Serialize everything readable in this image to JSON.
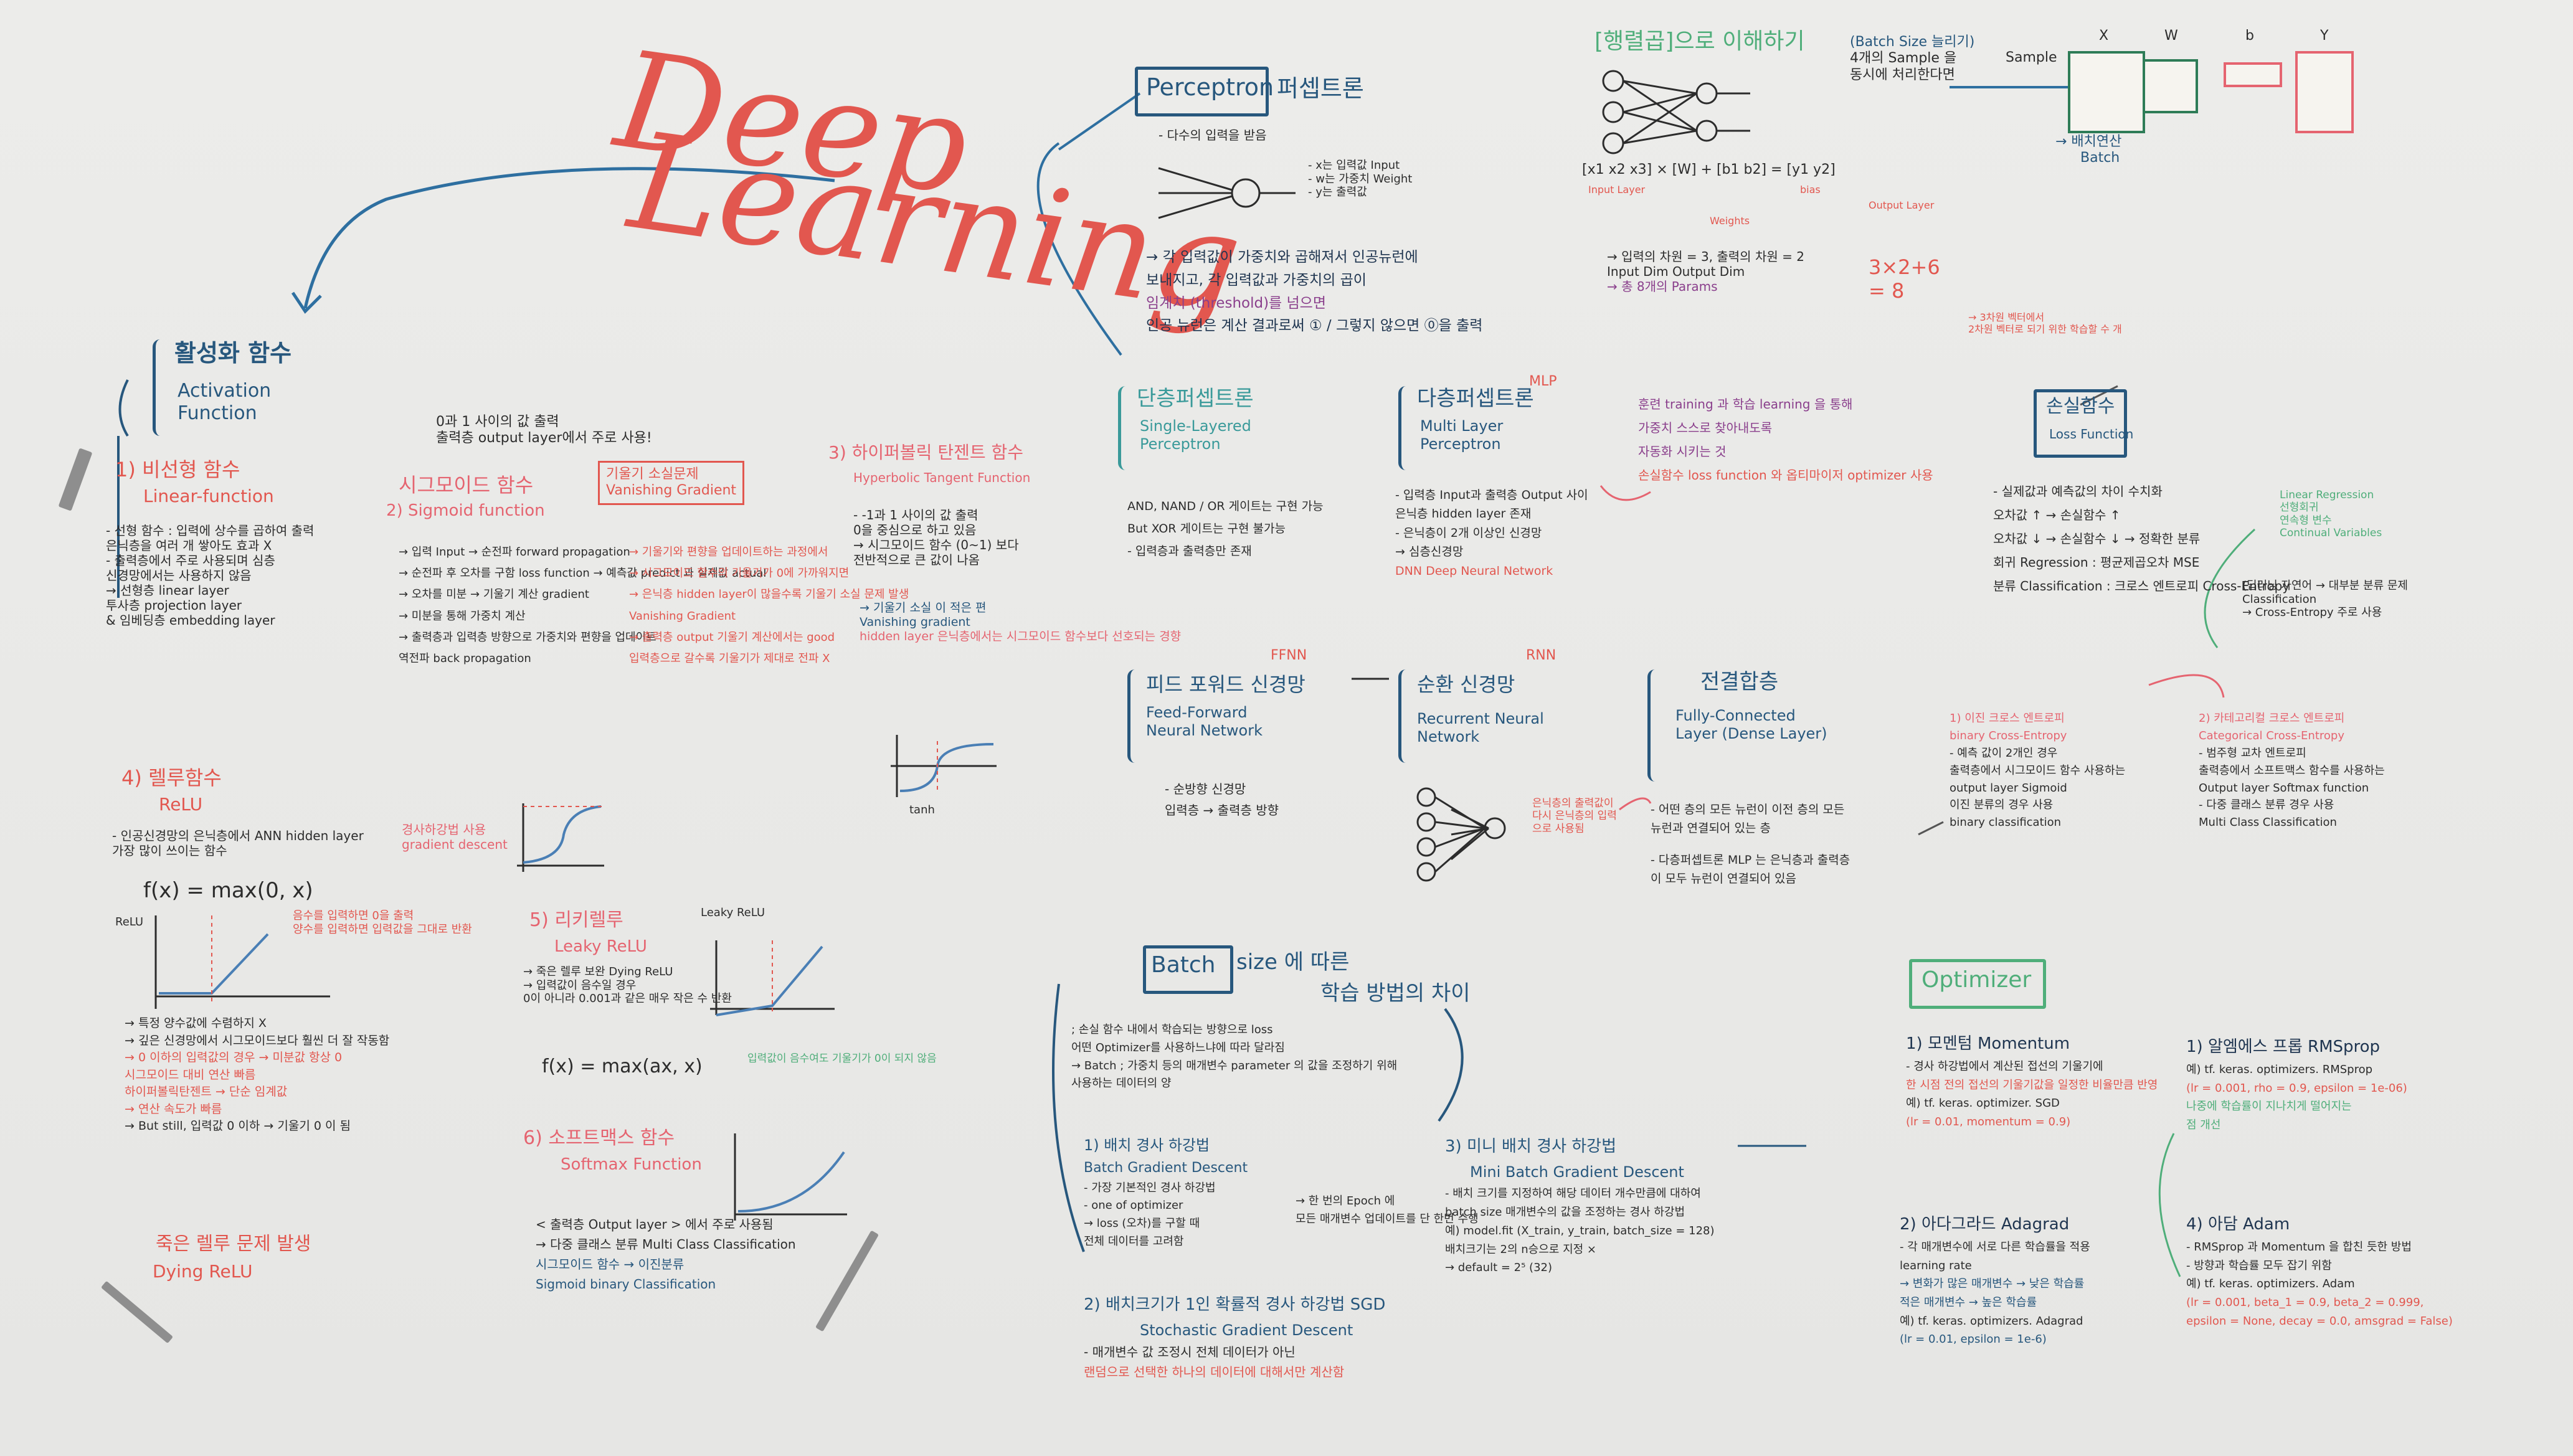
{
  "title": {
    "line1": "Deep",
    "line2": "Learning"
  },
  "activation": {
    "heading_ko": "활성화 함수",
    "heading_en": "Activation Function",
    "linear": {
      "title_ko": "1) 비선형 함수",
      "title_en": "Linear-function",
      "lines": [
        "- 선형 함수 : 입력에 상수를 곱하여 출력",
        "  은닉층을 여러 개 쌓아도 효과 X",
        "- 출력층에서 주로 사용되며 심층",
        "  신경망에서는 사용하지 않음",
        "→ 선형층 linear layer",
        "  투사층 projection layer",
        "& 임베딩층 embedding layer"
      ]
    },
    "relu": {
      "title_ko": "4) 렐루함수",
      "title_en": "ReLU",
      "lines": [
        "- 인공신경망의 은닉층에서 ANN hidden layer",
        "  가장 많이 쓰이는 함수"
      ],
      "formula": "f(x) = max(0, x)",
      "graph_label": "ReLU",
      "graph_notes": [
        "음수를 입력하면 0을 출력",
        "양수를 입력하면 입력값을 그대로 반환"
      ],
      "notes": [
        "→ 특정 양수값에 수렴하지 X",
        "→ 깊은 신경망에서 시그모이드보다 훨씬 더 잘 작동함",
        "→ 0 이하의 입력값의 경우 → 미분값 항상 0",
        "  시그모이드 대비 연산 빠름",
        "  하이퍼볼릭탄젠트 → 단순 임계값",
        "  → 연산 속도가 빠름",
        "→ But still, 입력값 0 이하 → 기울기 0 이 됨"
      ],
      "dying_ko": "죽은 렐루 문제 발생",
      "dying_en": "Dying ReLU"
    }
  },
  "sigmoid": {
    "top_notes": [
      "0과 1 사이의 값 출력",
      "출력층 output layer에서 주로 사용!"
    ],
    "title_ko": "시그모이드 함수",
    "title_en": "2) Sigmoid function",
    "vanishing_box": [
      "기울기 소실문제",
      "Vanishing Gradient"
    ],
    "lines": [
      "→ 입력 Input → 순전파 forward propagation",
      "→ 순전파 후 오차를 구함 loss function → 예측값 predict 과 실제값 actual",
      "→ 오차를 미분 → 기울기 계산 gradient",
      "→ 미분을 통해 가중치 계산",
      "→ 출력층과 입력층 방향으로 가중치와 편향을 업데이트",
      "  역전파 back propagation"
    ],
    "gradient_note": [
      "경사하강법 사용",
      "gradient descent"
    ],
    "red_notes": [
      "→ 기울기와 편향을 업데이트하는 과정에서",
      "→ 시그모이드 함수의 기울기가 0에 가까워지면",
      "→ 은닉층 hidden layer이 많을수록 기울기 소실 문제 발생",
      "  Vanishing Gradient",
      "→ 출력층 output 기울기 계산에서는 good",
      "  입력층으로 갈수록 기울기가 제대로 전파 X"
    ]
  },
  "tanh": {
    "title_ko": "3) 하이퍼볼릭 탄젠트 함수",
    "title_en": "Hyperbolic Tangent Function",
    "lines": [
      "- -1과 1 사이의 값 출력",
      "  0을 중심으로 하고 있음",
      "→ 시그모이드 함수 (0~1) 보다",
      "  전반적으로 큰 값이 나옴"
    ],
    "vanish": [
      "→ 기울기 소실 이 적은 편",
      "  Vanishing gradient",
      "  hidden layer 은닉층에서는 시그모이드 함수보다 선호되는 경향"
    ],
    "graph_label": "tanh"
  },
  "leaky": {
    "title_ko": "5) 리키렐루",
    "title_en": "Leaky ReLU",
    "lines": [
      "→ 죽은 렐루 보완 Dying ReLU",
      "→ 입력값이 음수일 경우",
      "  0이 아니라 0.001과 같은 매우 작은 수 반환"
    ],
    "formula": "f(x) = max(ax, x)",
    "graph_label": "Leaky ReLU",
    "graph_note": "입력값이 음수여도 기울기가 0이 되지 않음"
  },
  "softmax": {
    "title_ko": "6) 소프트맥스 함수",
    "title_en": "Softmax Function",
    "lines": [
      "< 출력층 Output layer > 에서 주로 사용됨",
      "→ 다중 클래스 분류 Multi Class Classification",
      "시그모이드 함수 → 이진분류",
      "Sigmoid  binary Classification"
    ]
  },
  "perceptron": {
    "box": "Perceptron",
    "title_ko": "퍼셉트론",
    "lines": [
      "- 다수의 입력을 받음",
      "- x는 입력값 Input",
      "- w는 가중치 Weight",
      "- y는 출력값"
    ],
    "explain": [
      "→ 각 입력값이 가중치와 곱해져서 인공뉴런에",
      "  보내지고, 각 입력값과 가중치의 곱이",
      "  임계치 (threshold)를 넘으면",
      "  인공 뉴런은 계산 결과로써 ① / 그렇지 않으면 ⓪을 출력"
    ]
  },
  "single": {
    "box_ko": "단층퍼셉트론",
    "box_en": "Single-Layered Perceptron",
    "lines": [
      "AND, NAND / OR 게이트는 구현 가능",
      "But XOR 게이트는 구현 불가능",
      "- 입력층과 출력층만 존재"
    ]
  },
  "multi": {
    "box_ko": "다층퍼셉트론",
    "box_en": "Multi Layer Perceptron",
    "tag": "MLP",
    "lines": [
      "- 입력층 Input과 출력층 Output 사이",
      "  은닉층 hidden layer 존재",
      "- 은닉층이 2개 이상인 신경망",
      "  → 심층신경망",
      "  DNN Deep Neural Network"
    ],
    "train": [
      "훈련 training 과 학습 learning 을 통해",
      "가중치 스스로 찾아내도록",
      "자동화 시키는 것",
      "손실함수 loss function 와 옵티마이저 optimizer 사용"
    ]
  },
  "ffnn": {
    "tag": "FFNN",
    "box_ko": "피드 포워드 신경망",
    "box_en": "Feed-Forward Neural Network",
    "lines": [
      "- 순방향 신경망",
      "입력층 → 출력층 방향"
    ]
  },
  "rnn": {
    "tag": "RNN",
    "box_ko": "순환 신경망",
    "box_en": "Recurrent Neural Network",
    "note": [
      "은닉층의 출력값이 다시 은닉층의 입력으로 사용됨"
    ]
  },
  "dense": {
    "box_ko": "전결합층",
    "box_en": "Fully-Connected Layer (Dense Layer)",
    "lines": [
      "- 어떤 층의 모든 뉴런이 이전 층의 모든 뉴런과 연결되어 있는 층",
      "- 다층퍼셉트론 MLP 는 은닉층과 출력층이 모두 뉴런이 연결되어 있음"
    ]
  },
  "matrix": {
    "heading_ko": "[행렬곱]으로 이해하기",
    "batch_note": [
      "(Batch Size 늘리기)",
      "4개의 Sample 을",
      "동시에 처리한다면"
    ],
    "input_label": "Input Layer",
    "weight_label": "Weights",
    "bias_label": "bias",
    "output_label": "Output Layer",
    "row1": "[x1 x2 x3] × [W] + [b1 b2] = [y1 y2]",
    "dims": [
      "→ 입력의 차원 = 3, 출력의 차원 = 2",
      "  Input Dim   Output Dim",
      "→ 총 8개의 Params"
    ],
    "calc": "3×2+6 = 8",
    "calc_note": [
      "→ 3차원 벡터에서",
      "  2차원 벡터로 되기 위한 학습할 수 개"
    ],
    "sample_label": "Sample",
    "cols": [
      "X",
      "W",
      "b",
      "Y"
    ],
    "batch": [
      "→ 배치연산",
      "Batch"
    ]
  },
  "loss": {
    "box_ko": "손실함수",
    "box_en": "Loss Function",
    "lines": [
      "- 실제값과 예측값의 차이 수치화",
      "  오차값 ↑ → 손실함수 ↑",
      "  오차값 ↓ → 손실함수 ↓ → 정확한 분류",
      "회귀 Regression : 평균제곱오차 MSE",
      "분류 Classification : 크로스 엔트로피 Cross-Entropy"
    ],
    "side": [
      "Linear Regression",
      "선형회귀",
      "연속형 변수",
      "Continual Variables"
    ],
    "side2": [
      "(딥러닝 자연어 → 대부분 분류 문제",
      "  Classification",
      "→ Cross-Entropy 주로 사용"
    ],
    "binary": [
      "1) 이진 크로스 엔트로피",
      "binary Cross-Entropy",
      "- 예측 값이 2개인 경우",
      "  출력층에서 시그모이드 함수 사용하는",
      "  output layer Sigmoid",
      "  이진 분류의 경우 사용",
      "  binary classification"
    ],
    "categorical": [
      "2) 카테고리컬 크로스 엔트로피",
      "Categorical Cross-Entropy",
      "- 범주형 교차 엔트로피",
      "  출력층에서 소프트맥스 함수를 사용하는",
      "  Output layer Softmax function",
      "- 다중 클래스 분류 경우 사용",
      "  Multi Class Classification"
    ]
  },
  "batch": {
    "box": "Batch",
    "title_tail": "size 에 따른",
    "title2": "학습 방법의 차이",
    "lines": [
      "; 손실 함수 내에서 학습되는 방향으로 loss",
      "  어떤 Optimizer를 사용하느냐에 따라 달라짐",
      "→ Batch ; 가중치 등의 매개변수 parameter 의 값을 조정하기 위해",
      "  사용하는 데이터의 양"
    ],
    "bgd": [
      "1) 배치 경사 하강법",
      "Batch Gradient Descent",
      "- 가장 기본적인 경사 하강법",
      "- one of optimizer",
      "  → loss (오차)를 구할 때",
      "  전체 데이터를 고려함",
      "→ 한 번의 Epoch 에",
      "  모든 매개변수 업데이트를 단 한번 수행"
    ],
    "sgd": [
      "2) 배치크기가 1인 확률적 경사 하강법 SGD",
      "Stochastic Gradient Descent",
      "- 매개변수 값 조정시 전체 데이터가 아닌",
      "  랜덤으로 선택한 하나의 데이터에 대해서만 계산함"
    ],
    "mini": [
      "3) 미니 배치 경사 하강법",
      "Mini Batch Gradient Descent",
      "- 배치 크기를 지정하여 해당 데이터 개수만큼에 대하여",
      "  batch size 매개변수의 값을 조정하는 경사 하강법",
      "예) model.fit (X_train, y_train, batch_size = 128)",
      "  배치크기는 2의 n승으로 지정 ×",
      "  → default = 2⁵ (32)"
    ]
  },
  "optimizer": {
    "box": "Optimizer",
    "momentum": [
      "1) 모멘텀 Momentum",
      "- 경사 하강법에서 계산된 접선의 기울기에",
      "  한 시점 전의 접선의 기울기값을 일정한 비율만큼 반영",
      "예) tf. keras. optimizer. SGD",
      "  (lr = 0.01, momentum = 0.9)"
    ],
    "adagrad": [
      "2) 아다그라드 Adagrad",
      "- 각 매개변수에 서로 다른 학습률을 적용",
      "  learning rate",
      "→ 변화가 많은 매개변수 → 낮은 학습률",
      "  적은 매개변수 → 높은 학습률",
      "예) tf. keras. optimizers. Adagrad",
      "  (lr = 0.01, epsilon = 1e-6)"
    ],
    "rmsprop": [
      "1) 알엠에스 프롭 RMSprop",
      "예) tf. keras. optimizers. RMSprop",
      "  (lr = 0.001, rho = 0.9, epsilon = 1e-06)",
      "  나중에 학습률이 지나치게 떨어지는",
      "  점 개선"
    ],
    "adam": [
      "4) 아담 Adam",
      "- RMSprop 과 Momentum 을 합친 듯한 방법",
      "- 방향과 학습률 모두 잡기 위함",
      "예) tf. keras. optimizers. Adam",
      "  (lr = 0.001, beta_1 = 0.9, beta_2 = 0.999,",
      "  epsilon = None, decay = 0.0, amsgrad = False)"
    ]
  }
}
